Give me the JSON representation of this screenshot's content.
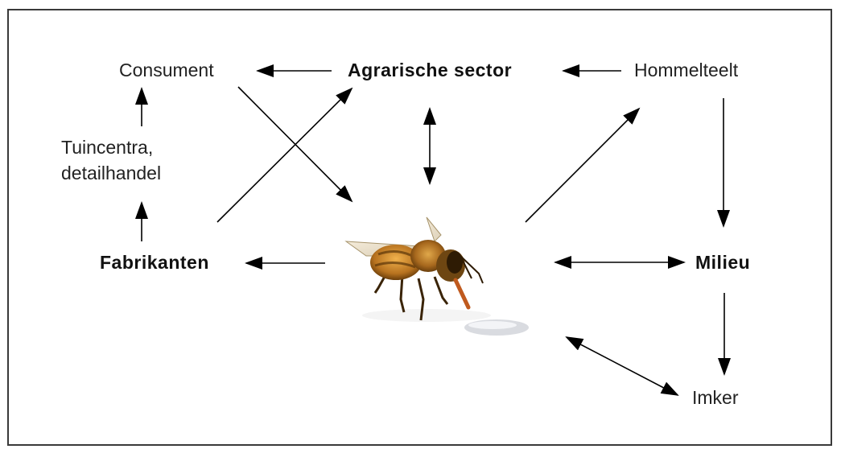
{
  "nodes": {
    "consument": "Consument",
    "agrarische_sector": "Agrarische sector",
    "hommelteelt": "Hommelteelt",
    "tuincentra": "Tuincentra,\ndetailhandel",
    "fabrikanten": "Fabrikanten",
    "milieu": "Milieu",
    "imker": "Imker"
  },
  "center_image": "honeybee",
  "colors": {
    "border": "#3a3a3a",
    "arrow": "#000000",
    "text": "#222222"
  }
}
